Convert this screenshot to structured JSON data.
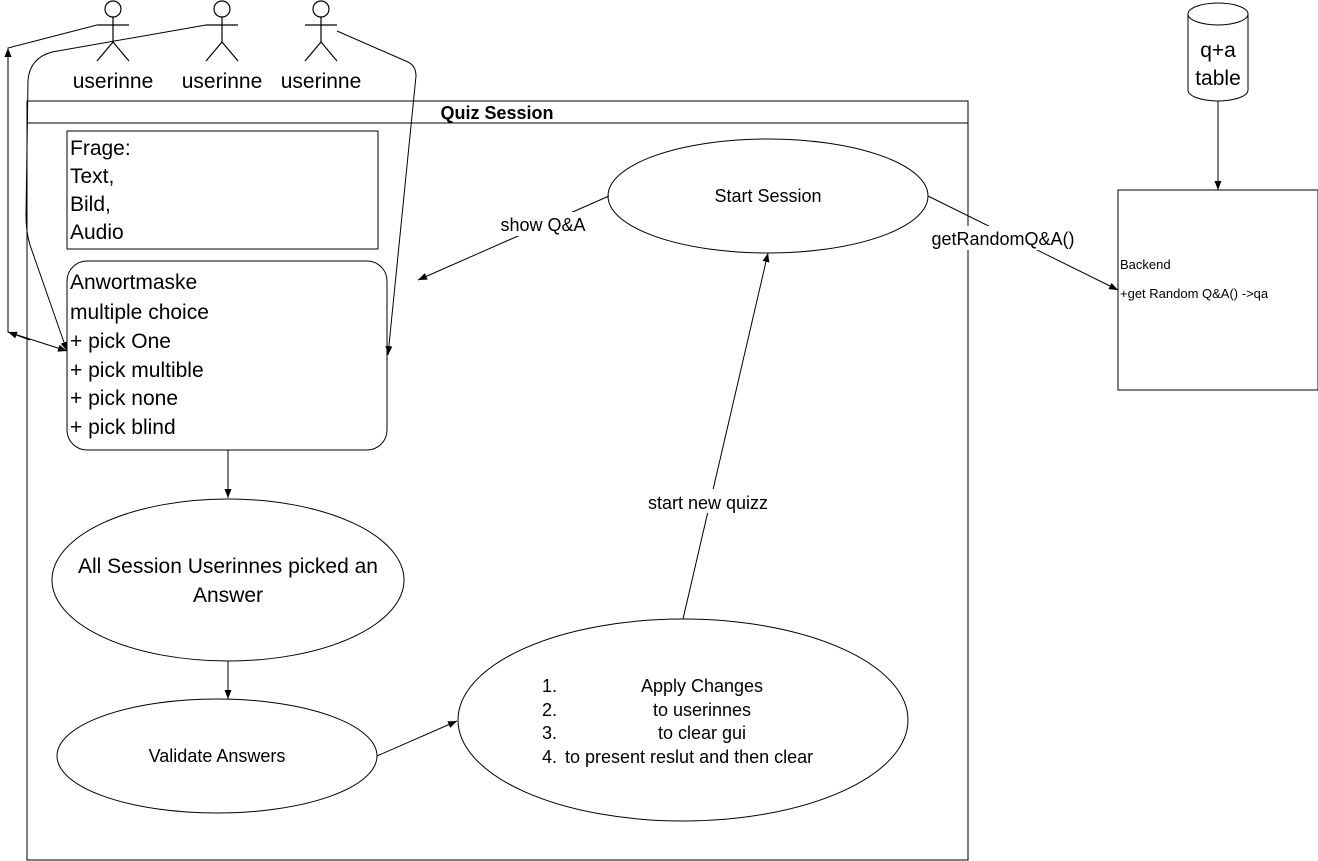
{
  "actors": [
    {
      "label": "userinne"
    },
    {
      "label": "userinne"
    },
    {
      "label": "userinne"
    }
  ],
  "container": {
    "title": "Quiz Session"
  },
  "question_box": {
    "lines": [
      "Frage:",
      "Text,",
      "Bild,",
      "Audio"
    ]
  },
  "answer_box": {
    "lines": [
      "Anwortmaske",
      "multiple choice",
      "+ pick One",
      "+ pick multible",
      "+ pick none",
      "+ pick blind"
    ]
  },
  "nodes": {
    "all_picked": {
      "lines": [
        "All Session Userinnes picked an",
        "Answer"
      ]
    },
    "validate": {
      "label": "Validate Answers"
    },
    "start_session": {
      "label": "Start Session"
    },
    "apply_changes": {
      "lines": [
        {
          "num": "1.",
          "text": "Apply Changes"
        },
        {
          "num": "2.",
          "text": "to userinnes"
        },
        {
          "num": "3.",
          "text": "to clear gui"
        },
        {
          "num": "4.",
          "text": "to present reslut and then clear"
        }
      ]
    }
  },
  "edge_labels": {
    "show_qa": "show Q&A",
    "get_random": "getRandomQ&A()",
    "start_new": "start new quizz"
  },
  "database": {
    "lines": [
      "q+a",
      "table"
    ]
  },
  "backend": {
    "title": "Backend",
    "method": "+get Random Q&A() ->qa"
  }
}
